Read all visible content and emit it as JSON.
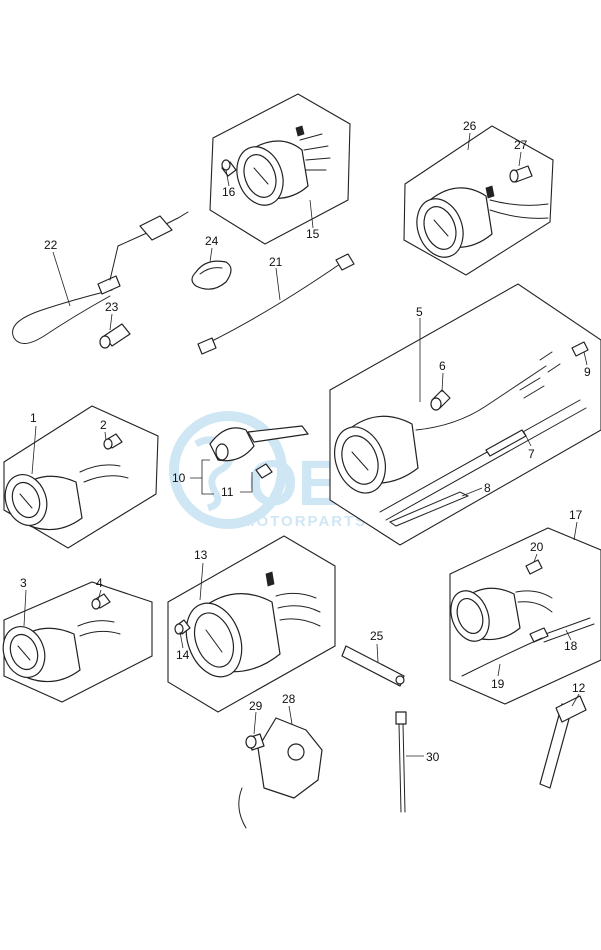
{
  "watermark": {
    "brand": "OEM",
    "tagline": "MOTORPARTS",
    "color": "#a9d3ec"
  },
  "colors": {
    "line": "#222222",
    "background": "#ffffff"
  },
  "callouts": {
    "c1": "1",
    "c2": "2",
    "c3": "3",
    "c4": "4",
    "c5": "5",
    "c6": "6",
    "c7": "7",
    "c8": "8",
    "c9": "9",
    "c10": "10",
    "c11": "11",
    "c12": "12",
    "c13": "13",
    "c14": "14",
    "c15": "15",
    "c16": "16",
    "c17": "17",
    "c18": "18",
    "c19": "19",
    "c20": "20",
    "c21": "21",
    "c22": "22",
    "c23": "23",
    "c24": "24",
    "c25": "25",
    "c26": "26",
    "c27": "27",
    "c28": "28",
    "c29": "29",
    "c30": "30"
  }
}
